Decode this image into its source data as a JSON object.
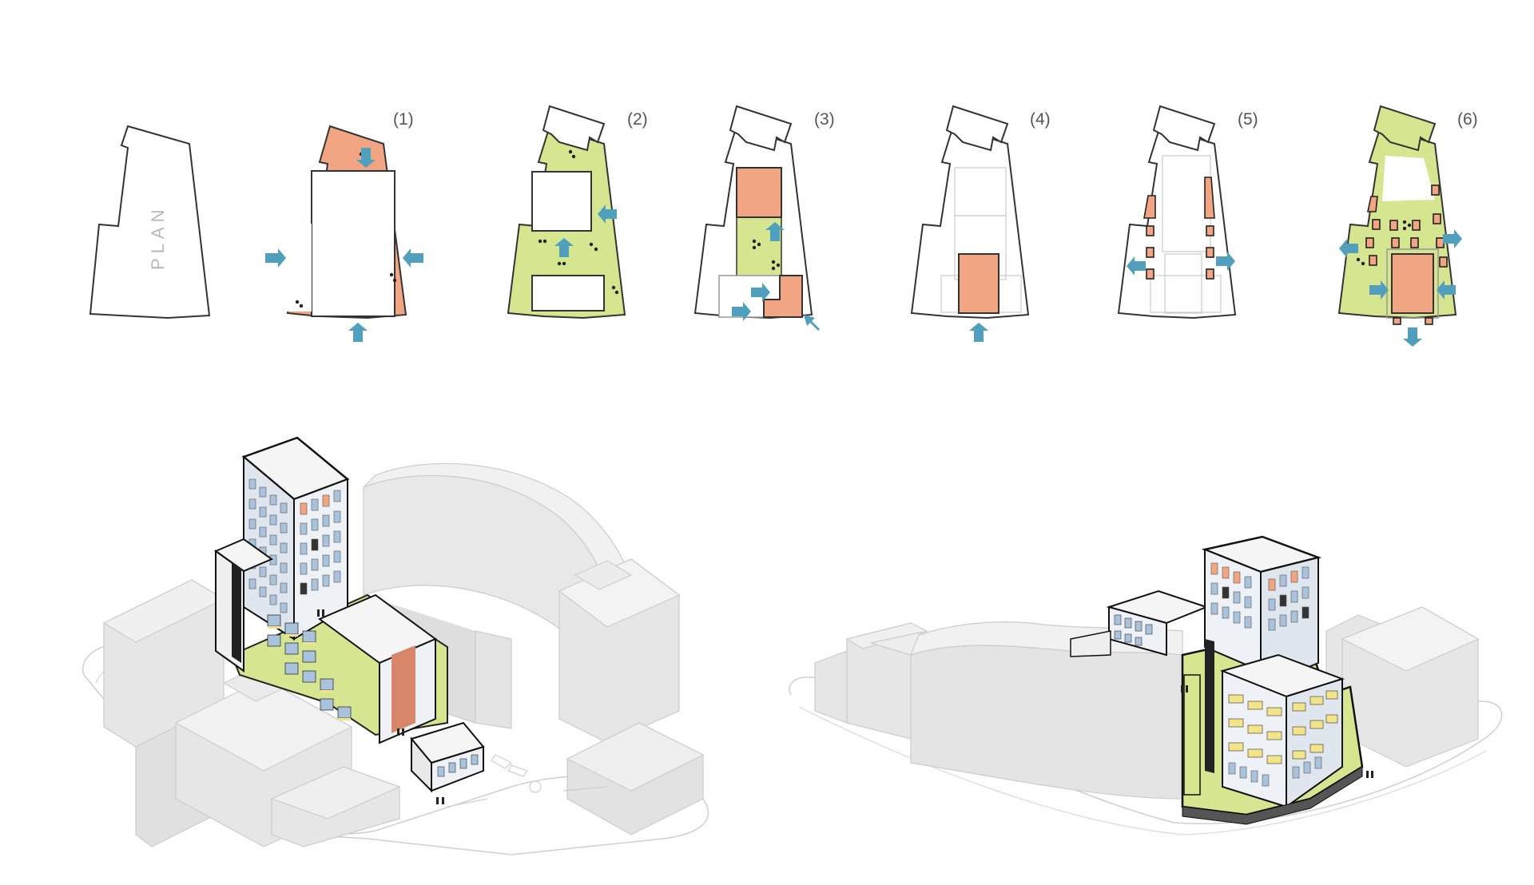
{
  "plan_label": "PLAN",
  "diagrams": [
    {
      "label": "(1)"
    },
    {
      "label": "(2)"
    },
    {
      "label": "(3)"
    },
    {
      "label": "(4)"
    },
    {
      "label": "(5)"
    },
    {
      "label": "(6)"
    }
  ],
  "colors": {
    "orange": "#f2a582",
    "green": "#d6e58f",
    "blue_arrow": "#4f9fbd",
    "outline": "#222222",
    "context_building": "#e5e5e5",
    "yellow_balcony": "#f3e48b",
    "window_blue": "#a9c3dc"
  }
}
